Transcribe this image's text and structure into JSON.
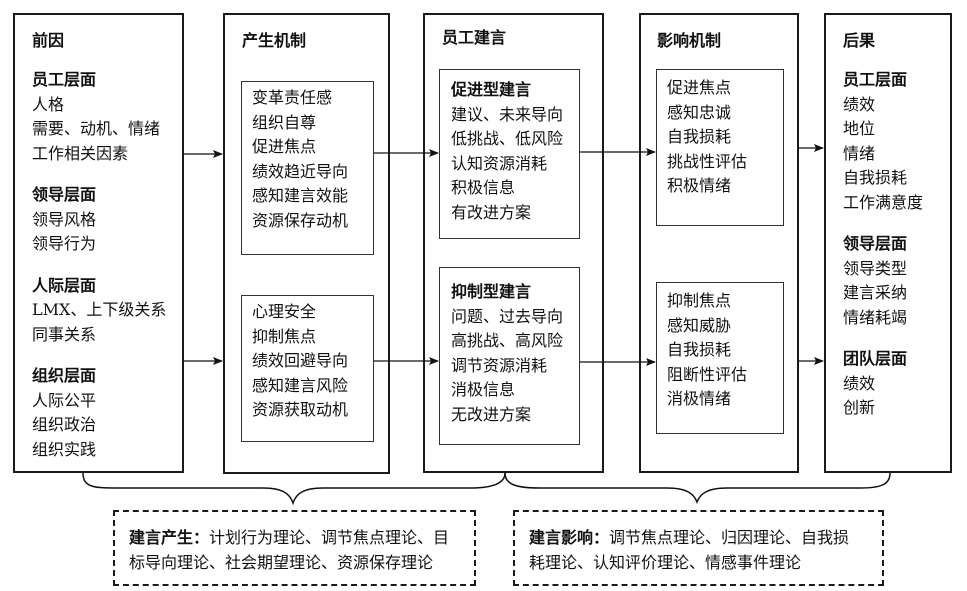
{
  "columns": [
    {
      "title": "前因",
      "groups": [
        {
          "heading": "员工层面",
          "items": [
            "人格",
            "需要、动机、情绪",
            "工作相关因素"
          ]
        },
        {
          "heading": "领导层面",
          "items": [
            "领导风格",
            "领导行为"
          ]
        },
        {
          "heading": "人际层面",
          "items": [
            "LMX、上下级关系",
            "同事关系"
          ]
        },
        {
          "heading": "组织层面",
          "items": [
            "人际公平",
            "组织政治",
            "组织实践"
          ]
        }
      ]
    },
    {
      "title": "产生机制",
      "boxes": [
        {
          "items": [
            "变革责任感",
            "组织自尊",
            "促进焦点",
            "绩效趋近导向",
            "感知建言效能",
            "资源保存动机"
          ]
        },
        {
          "items": [
            "心理安全",
            "抑制焦点",
            "绩效回避导向",
            "感知建言风险",
            "资源获取动机"
          ]
        }
      ]
    },
    {
      "title": "员工建言",
      "boxes": [
        {
          "heading": "促进型建言",
          "items": [
            "建议、未来导向",
            "低挑战、低风险",
            "认知资源消耗",
            "积极信息",
            "有改进方案"
          ]
        },
        {
          "heading": "抑制型建言",
          "items": [
            "问题、过去导向",
            "高挑战、高风险",
            "调节资源消耗",
            "消极信息",
            "无改进方案"
          ]
        }
      ]
    },
    {
      "title": "影响机制",
      "boxes": [
        {
          "items": [
            "促进焦点",
            "感知忠诚",
            "自我损耗",
            "挑战性评估",
            "积极情绪"
          ]
        },
        {
          "items": [
            "抑制焦点",
            "感知威胁",
            "自我损耗",
            "阻断性评估",
            "消极情绪"
          ]
        }
      ]
    },
    {
      "title": "后果",
      "groups": [
        {
          "heading": "员工层面",
          "items": [
            "绩效",
            "地位",
            "情绪",
            "自我损耗",
            "工作满意度"
          ]
        },
        {
          "heading": "领导层面",
          "items": [
            "领导类型",
            "建言采纳",
            "情绪耗竭"
          ]
        },
        {
          "heading": "团队层面",
          "items": [
            "绩效",
            "创新"
          ]
        }
      ]
    }
  ],
  "theories": [
    {
      "label": "建言产生：",
      "text_line1": "计划行为理论、调节焦点理论、目",
      "text_line2": "标导向理论、社会期望理论、资源保存理论"
    },
    {
      "label": "建言影响：",
      "text_line1": "调节焦点理论、归因理论、自我损",
      "text_line2": "耗理论、认知评价理论、情感事件理论"
    }
  ]
}
